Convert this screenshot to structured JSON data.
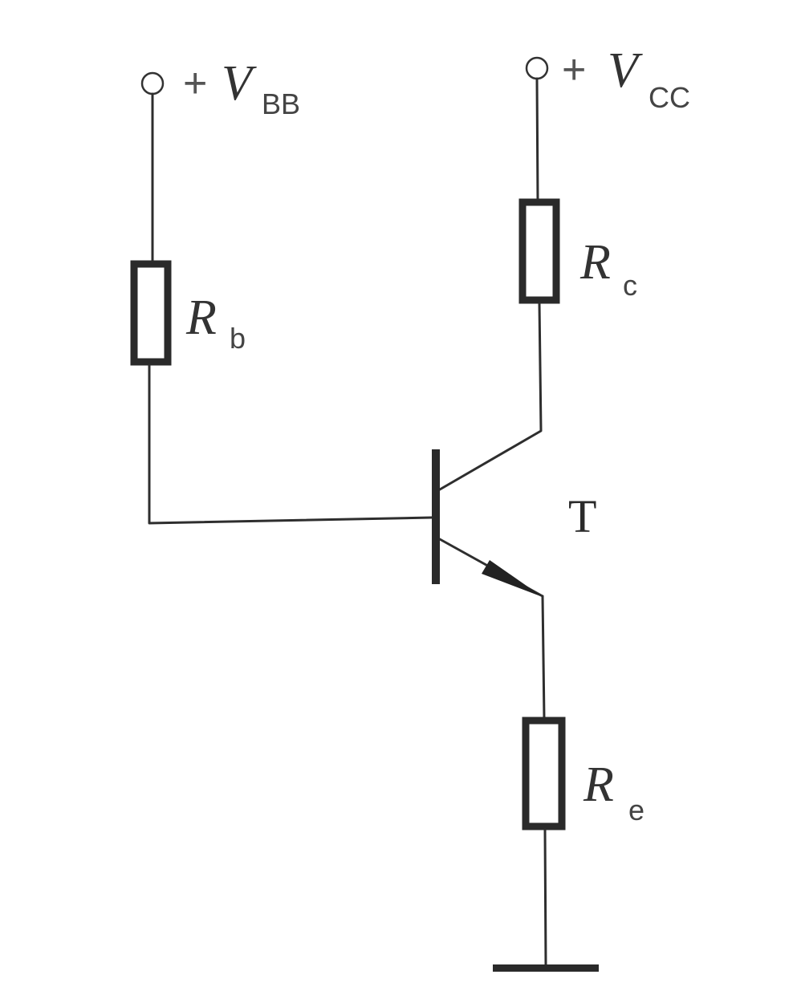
{
  "circuit": {
    "vbb": {
      "plus": "+",
      "symbol": "V",
      "subscript": "BB"
    },
    "vcc": {
      "plus": "+",
      "symbol": "V",
      "subscript": "CC"
    },
    "rb": {
      "symbol": "R",
      "subscript": "b"
    },
    "rc": {
      "symbol": "R",
      "subscript": "c"
    },
    "re": {
      "symbol": "R",
      "subscript": "e"
    },
    "transistor": {
      "label": "T"
    }
  }
}
